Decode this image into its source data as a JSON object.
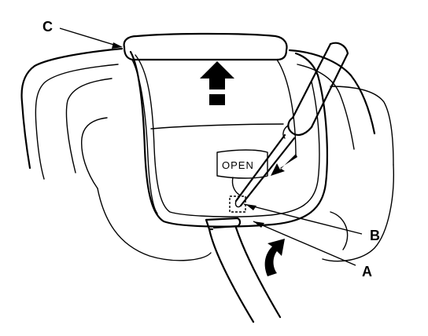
{
  "labels": {
    "c": "C",
    "b": "B",
    "a": "A",
    "open_tag": "OPEN"
  },
  "icons": {
    "up_arrow": "arrow-up-icon",
    "curved_arrow": "curved-arrow-icon",
    "push_arrow": "push-arrow-icon"
  }
}
